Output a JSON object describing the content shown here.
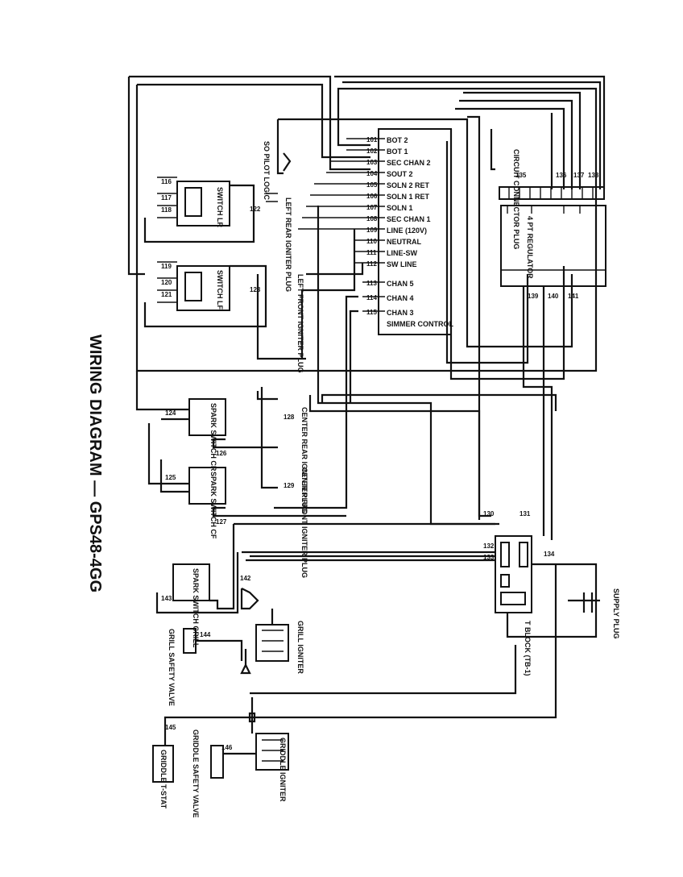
{
  "title": "WIRING DIAGRAM — GPS48-4GG",
  "terminal_strip_labels": [
    "BOT 2",
    "BOT 1",
    "SEC CHAN 2",
    "SOUT 2",
    "SOLN 2 RET",
    "SOLN 1 RET",
    "SOLN 1",
    "SEC CHAN 1",
    "LINE (120V)",
    "NEUTRAL",
    "LINE-SW",
    "SW LINE",
    "CHAN 5",
    "CHAN 4",
    "CHAN 3",
    "SIMMER CONTROL"
  ],
  "components": {
    "pilot_logic": "SO PILOT LOGIC",
    "left_rear_igniter_plug": "LEFT REAR IGNITER PLUG",
    "left_front_igniter_plug": "LEFT FRONT IGNITER PLUG",
    "center_rear_igniter_plug": "CENTER REAR IGNITER PLUG",
    "center_front_igniter_plug": "CENTER FRONT IGNITER PLUG",
    "switch_lr": "SWITCH LR",
    "switch_lf": "SWITCH LF",
    "spark_switch_cr": "SPARK SWITCH CR",
    "spark_switch_cf": "SPARK SWITCH CF",
    "spark_switch_grill": "SPARK SWITCH GRILL",
    "circuit_connector_plug": "CIRCUIT CONNECTOR PLUG",
    "regulator_4pt": "4 PT REGULATOR",
    "t_block": "T BLOCK (TB-1)",
    "supply_plug": "SUPPLY PLUG",
    "grill_igniter": "GRILL IGNITER",
    "grill_safety_valve": "GRILL SAFETY VALVE",
    "griddle_igniter": "GRIDDLE IGNITER",
    "griddle_safety_valve": "GRIDDLE SAFETY VALVE",
    "griddle_t_stat": "GRIDDLE T-STAT"
  },
  "wire_numbers": [
    "101",
    "102",
    "103",
    "104",
    "105",
    "106",
    "107",
    "108",
    "109",
    "110",
    "111",
    "112",
    "113",
    "114",
    "115",
    "116",
    "117",
    "118",
    "119",
    "120",
    "121",
    "122",
    "123",
    "124",
    "125",
    "126",
    "127",
    "128",
    "129",
    "130",
    "131",
    "132",
    "133",
    "134",
    "135",
    "136",
    "137",
    "138",
    "139",
    "140",
    "141",
    "142",
    "143",
    "144",
    "145",
    "146"
  ]
}
